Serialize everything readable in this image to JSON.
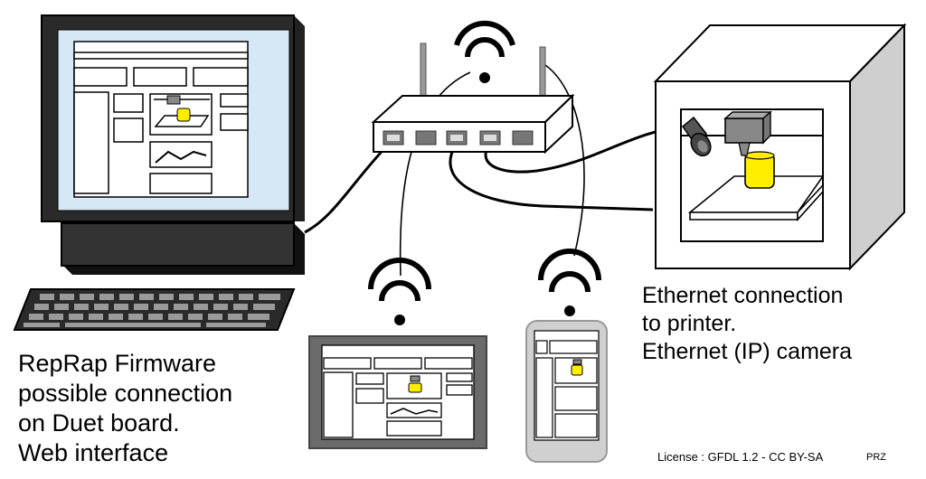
{
  "captions": {
    "duet": [
      "RepRap Firmware",
      "possible connection",
      "on Duet board.",
      "Web interface"
    ],
    "printer": [
      "Ethernet connection",
      "to printer.",
      "Ethernet (IP) camera"
    ]
  },
  "footer": {
    "license": "License : GFDL 1.2 - CC BY-SA",
    "author": "PRZ"
  },
  "colors": {
    "screen": "#d6e7f5",
    "device_body": "#6b6b6b",
    "phone_body": "#d0d0d0",
    "filament": "#ffee00",
    "printer_side": "#cfcfcf",
    "outline": "#000000"
  }
}
